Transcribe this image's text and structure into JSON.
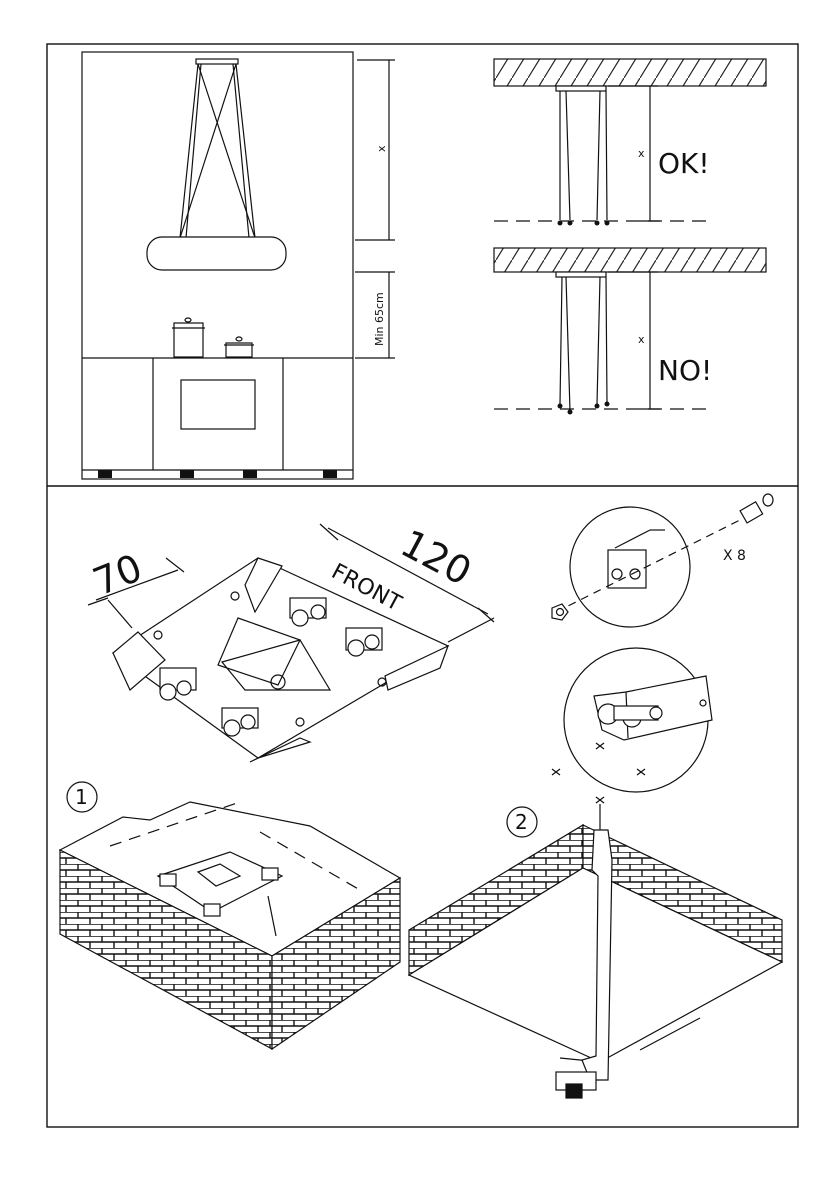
{
  "section_top": {
    "kitchen_view": {
      "height_label_upper": "x",
      "height_label_lower": "Min  65cm"
    },
    "ok_view": {
      "height_label": "x",
      "verdict": "OK!"
    },
    "no_view": {
      "height_label": "x",
      "verdict": "NO!"
    }
  },
  "section_bottom": {
    "bracket": {
      "dimension_width": "120",
      "dimension_depth": "70",
      "front_label": "FRONT"
    },
    "detail": {
      "quantity_label": "X  8"
    },
    "steps": [
      {
        "number": "1"
      },
      {
        "number": "2"
      }
    ]
  }
}
